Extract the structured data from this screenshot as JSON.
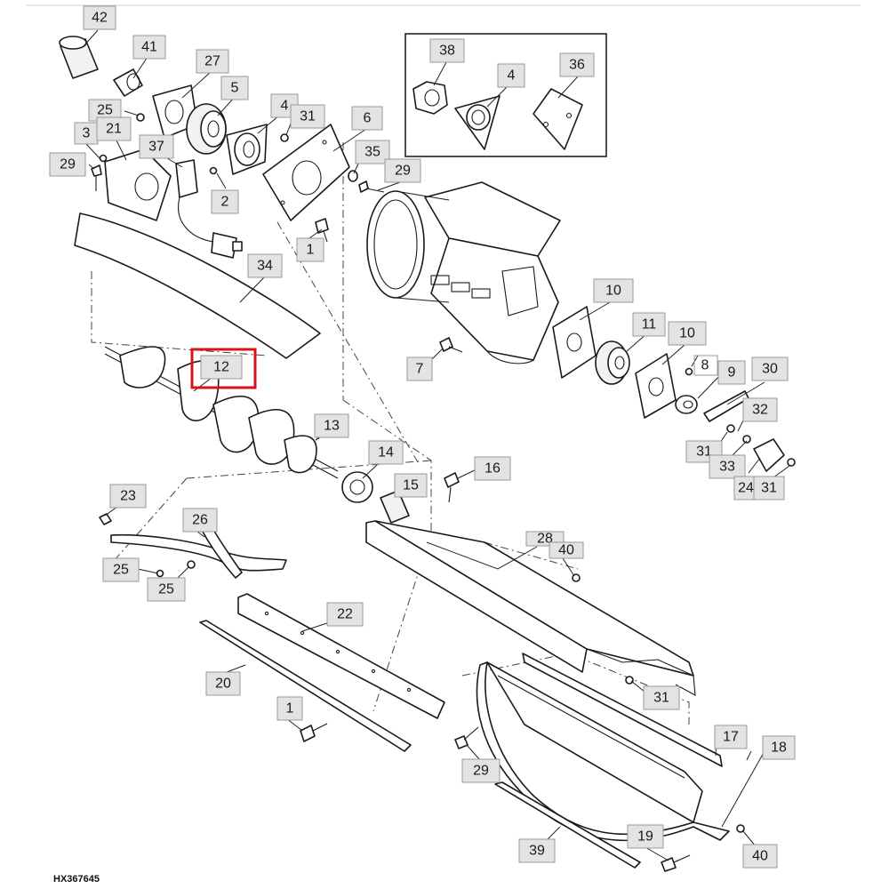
{
  "figure_id": "HX367645",
  "highlighted_part": "12",
  "callouts": [
    {
      "id": "c42",
      "label": "42"
    },
    {
      "id": "c41",
      "label": "41"
    },
    {
      "id": "c27",
      "label": "27"
    },
    {
      "id": "c5",
      "label": "5"
    },
    {
      "id": "c25a",
      "label": "25"
    },
    {
      "id": "c4a",
      "label": "4"
    },
    {
      "id": "c31a",
      "label": "31"
    },
    {
      "id": "c6",
      "label": "6"
    },
    {
      "id": "c3",
      "label": "3"
    },
    {
      "id": "c21",
      "label": "21"
    },
    {
      "id": "c37",
      "label": "37"
    },
    {
      "id": "c35",
      "label": "35"
    },
    {
      "id": "c29a",
      "label": "29"
    },
    {
      "id": "c29b",
      "label": "29"
    },
    {
      "id": "c2",
      "label": "2"
    },
    {
      "id": "c1a",
      "label": "1"
    },
    {
      "id": "c34",
      "label": "34"
    },
    {
      "id": "c38",
      "label": "38"
    },
    {
      "id": "c4b",
      "label": "4"
    },
    {
      "id": "c36",
      "label": "36"
    },
    {
      "id": "c10a",
      "label": "10"
    },
    {
      "id": "c11",
      "label": "11"
    },
    {
      "id": "c10b",
      "label": "10"
    },
    {
      "id": "c8",
      "label": "8"
    },
    {
      "id": "c9",
      "label": "9"
    },
    {
      "id": "c30",
      "label": "30"
    },
    {
      "id": "c7",
      "label": "7"
    },
    {
      "id": "c12",
      "label": "12"
    },
    {
      "id": "c13",
      "label": "13"
    },
    {
      "id": "c32",
      "label": "32"
    },
    {
      "id": "c31b",
      "label": "31"
    },
    {
      "id": "c33",
      "label": "33"
    },
    {
      "id": "c24",
      "label": "24"
    },
    {
      "id": "c31c",
      "label": "31"
    },
    {
      "id": "c14",
      "label": "14"
    },
    {
      "id": "c16",
      "label": "16"
    },
    {
      "id": "c15",
      "label": "15"
    },
    {
      "id": "c23",
      "label": "23"
    },
    {
      "id": "c26",
      "label": "26"
    },
    {
      "id": "c28",
      "label": "28"
    },
    {
      "id": "c40a",
      "label": "40"
    },
    {
      "id": "c25b",
      "label": "25"
    },
    {
      "id": "c25c",
      "label": "25"
    },
    {
      "id": "c22",
      "label": "22"
    },
    {
      "id": "c20",
      "label": "20"
    },
    {
      "id": "c31d",
      "label": "31"
    },
    {
      "id": "c1b",
      "label": "1"
    },
    {
      "id": "c17",
      "label": "17"
    },
    {
      "id": "c18",
      "label": "18"
    },
    {
      "id": "c29c",
      "label": "29"
    },
    {
      "id": "c19",
      "label": "19"
    },
    {
      "id": "c39",
      "label": "39"
    },
    {
      "id": "c40b",
      "label": "40"
    }
  ]
}
